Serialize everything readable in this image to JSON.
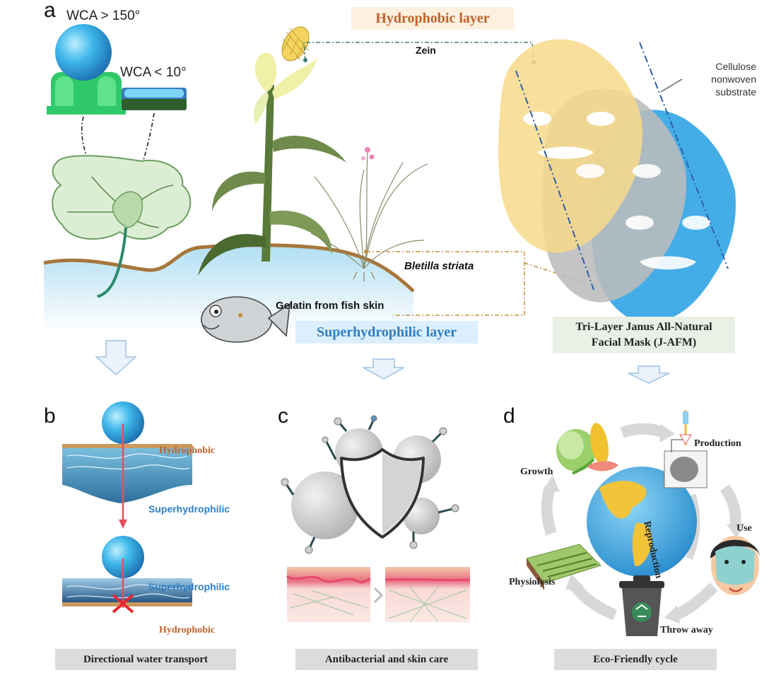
{
  "panels": {
    "a": "a",
    "b": "b",
    "c": "c",
    "d": "d"
  },
  "panel_a": {
    "wca_high": "WCA > 150°",
    "wca_low": "WCA < 10°",
    "hydrophobic_layer": "Hydrophobic layer",
    "zein": "Zein",
    "cellulose_line1": "Cellulose",
    "cellulose_line2": "nonwoven",
    "cellulose_line3": "substrate",
    "bletilla": "Bletilla striata",
    "gelatin": "Gelatin from fish skin",
    "superhydrophilic_layer": "Superhydrophilic layer",
    "mask_line1": "Tri-Layer Janus All-Natural",
    "mask_line2": "Facial Mask (J-AFM)"
  },
  "panel_b": {
    "hydrophobic_top": "Hydrophobic",
    "superhydrophilic_mid": "Superhydrophilic",
    "superhydrophilic_low": "Superhydrophilic",
    "hydrophobic_bottom": "Hydrophobic",
    "caption": "Directional water transport"
  },
  "panel_c": {
    "caption": "Antibacterial and skin care"
  },
  "panel_d": {
    "production": "Production",
    "growth": "Growth",
    "reproduction": "Reproduction",
    "use": "Use",
    "physiolysis": "Physiolysis",
    "throw_away": "Throw away",
    "caption": "Eco-Friendly cycle"
  },
  "colors": {
    "hydrophobic": "#c0622a",
    "superhydrophilic": "#2f7fc4",
    "water": "#c9e6f5",
    "mask_yellow": "#f7d98a",
    "mask_gray": "#bcbcbc",
    "mask_blue": "#3aa9e6",
    "caption_bg": "#dcdcdc"
  }
}
